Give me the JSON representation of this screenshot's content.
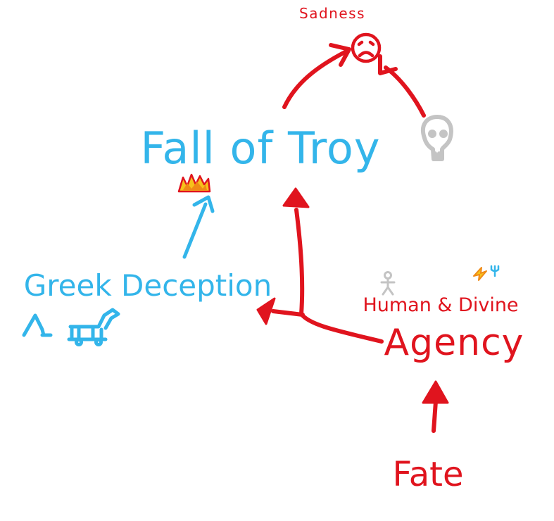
{
  "diagram": {
    "colors": {
      "red": "#e0141e",
      "blue": "#33b5ea",
      "gray": "#c4c4c4",
      "orange": "#f08a16",
      "yellow": "#f6c21a",
      "background": "#ffffff"
    },
    "nodes": {
      "sadness": {
        "label": "Sadness",
        "icon": "sad-face-icon"
      },
      "fall_of_troy": {
        "label": "Fall of Troy",
        "icon": "fire-icon"
      },
      "skull": {
        "icon": "skull-icon"
      },
      "greek_deception": {
        "label": "Greek Deception",
        "icons": [
          "greek-helmet-icon",
          "trojan-horse-icon"
        ]
      },
      "human_divine": {
        "label": "Human & Divine",
        "icons": [
          "stick-figure-icon",
          "lightning-bolt-icon",
          "trident-icon"
        ]
      },
      "agency": {
        "label": "Agency"
      },
      "fate": {
        "label": "Fate"
      }
    },
    "edges": [
      {
        "from": "Fate",
        "to": "Agency"
      },
      {
        "from": "Agency",
        "to": "Fall of Troy"
      },
      {
        "from": "Agency",
        "to": "Greek Deception"
      },
      {
        "from": "Greek Deception",
        "to": "Fall of Troy"
      },
      {
        "from": "Fall of Troy",
        "to": "Sadness"
      },
      {
        "from": "skull",
        "to": "Sadness"
      }
    ]
  }
}
